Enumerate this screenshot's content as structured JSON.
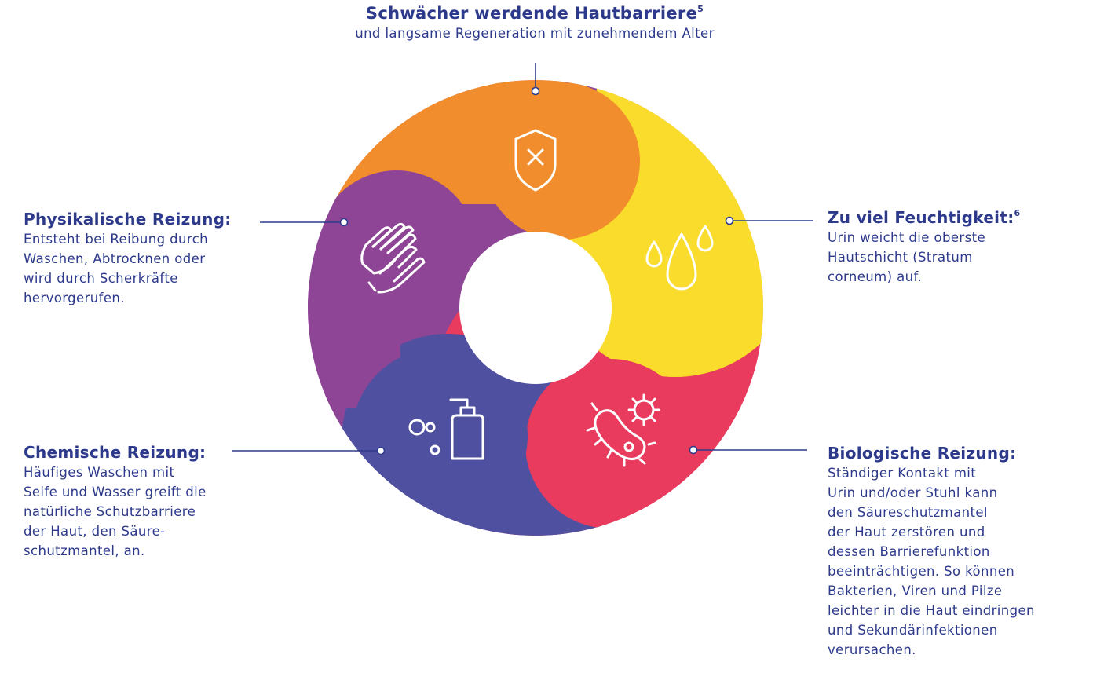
{
  "top": {
    "heading": "Schwächer werdende Hautbarriere",
    "sup": "5",
    "text": "und langsame Regeneration mit zunehmendem Alter"
  },
  "physical": {
    "heading": "Physikalische Reizung:",
    "lines": [
      "Entsteht bei Reibung durch",
      "Waschen, Abtrocknen oder",
      "wird durch Scherkräfte",
      "hervorgerufen."
    ]
  },
  "chemical": {
    "heading": "Chemische Reizung:",
    "lines": [
      "Häufiges Waschen mit",
      "Seife und Wasser greift die",
      "natürliche Schutzbarriere",
      "der Haut, den Säure-",
      "schutzmantel, an."
    ]
  },
  "moisture": {
    "heading": "Zu viel Feuchtigkeit:",
    "sup": "6",
    "lines": [
      "Urin weicht die oberste",
      "Hautschicht (Stratum",
      "corneum) auf."
    ]
  },
  "biological": {
    "heading": "Biologische Reizung:",
    "lines": [
      "Ständiger Kontakt mit",
      "Urin und/oder Stuhl kann",
      "den Säureschutzmantel",
      "der Haut zerstören und",
      "dessen Barrierefunktion",
      "beeinträchtigen. So können",
      "Bakterien, Viren und Pilze",
      "leichter in die Haut eindringen",
      "und Sekundärinfektionen",
      "verursachen."
    ]
  },
  "colors": {
    "orange": "#f28d2d",
    "yellow": "#f9dc2c",
    "red": "#e93b5e",
    "blue": "#5050a0",
    "purple": "#8e4596",
    "text": "#2d3a8c"
  },
  "icons": [
    "shield-x-icon",
    "water-drops-icon",
    "bacteria-icon",
    "soap-bottle-icon",
    "hands-icon"
  ]
}
